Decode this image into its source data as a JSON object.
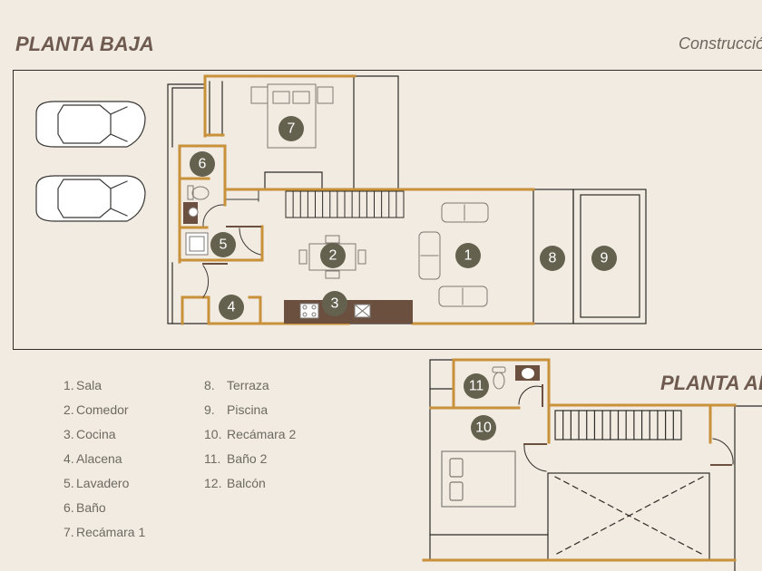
{
  "header": {
    "ground_floor_title": "PLANTA BAJA",
    "subtitle": "Construcción",
    "upper_floor_title": "PLANTA ALTA"
  },
  "plan_labels": [
    "1",
    "2",
    "3",
    "4",
    "5",
    "6",
    "7",
    "8",
    "9",
    "10",
    "11"
  ],
  "legend": {
    "left": [
      {
        "num": "1.",
        "name": "Sala"
      },
      {
        "num": "2.",
        "name": "Comedor"
      },
      {
        "num": "3.",
        "name": "Cocina"
      },
      {
        "num": "4.",
        "name": "Alacena"
      },
      {
        "num": "5.",
        "name": "Lavadero"
      },
      {
        "num": "6.",
        "name": "Baño"
      },
      {
        "num": "7.",
        "name": "Recámara 1"
      }
    ],
    "right": [
      {
        "num": "8.",
        "name": "Terraza"
      },
      {
        "num": "9.",
        "name": "Piscina"
      },
      {
        "num": "10.",
        "name": "Recámara 2"
      },
      {
        "num": "11.",
        "name": "Baño 2"
      },
      {
        "num": "12.",
        "name": "Balcón"
      }
    ]
  },
  "colors": {
    "background": "#f1ebe1",
    "wall_accent": "#c8913a",
    "counter": "#6b5040",
    "marker": "#64624f",
    "title": "#6e5a4e"
  }
}
